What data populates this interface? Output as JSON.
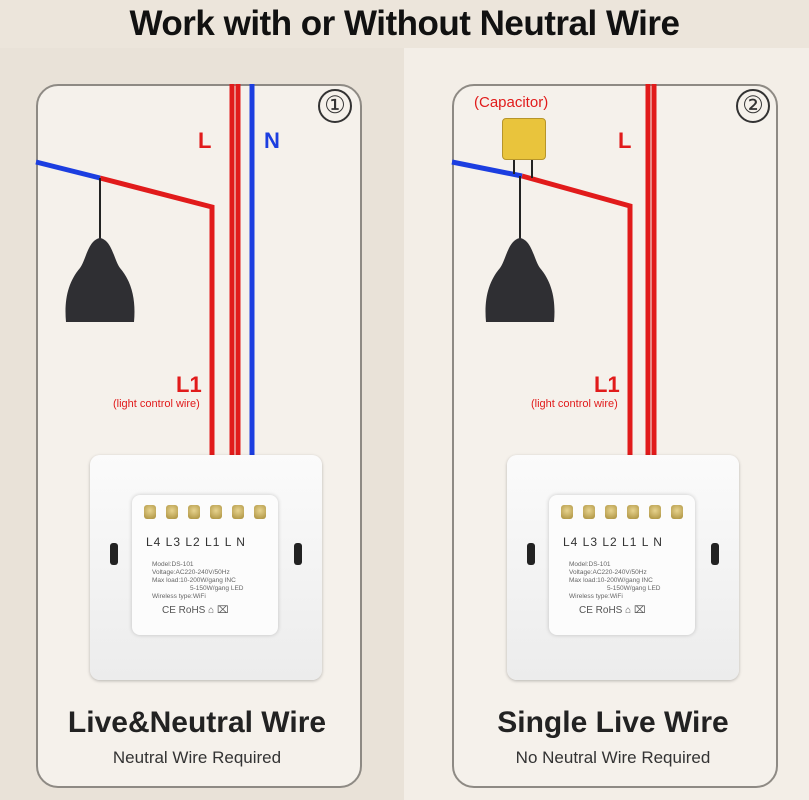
{
  "title": "Work with or Without Neutral Wire",
  "left": {
    "number": "①",
    "live_label": "L",
    "neutral_label": "N",
    "l1_label": "L1",
    "l1_note": "(light control wire)",
    "terminals": "L4 L3 L2 L1  L   N",
    "model": "Model:DS-101",
    "voltage": "Voltage:AC220-240V/50Hz",
    "maxload1": "Max load:10-200W/gang  INC",
    "maxload2": "5-150W/gang  LED",
    "wireless": "Wireless type:WiFi",
    "certs": "CE RoHS ⌂ ⌧",
    "heading": "Live&Neutral Wire",
    "subheading": "Neutral Wire Required"
  },
  "right": {
    "number": "②",
    "capacitor_label": "(Capacitor)",
    "live_label": "L",
    "l1_label": "L1",
    "l1_note": "(light control wire)",
    "terminals": "L4 L3 L2 L1  L   N",
    "model": "Model:DS-101",
    "voltage": "Voltage:AC220-240V/50Hz",
    "maxload1": "Max load:10-200W/gang  INC",
    "maxload2": "5-150W/gang  LED",
    "wireless": "Wireless type:WiFi",
    "certs": "CE RoHS ⌂ ⌧",
    "heading": "Single Live Wire",
    "subheading": "No Neutral Wire Required"
  },
  "colors": {
    "live": "#e11b1b",
    "neutral": "#1c3ee0",
    "capacitor": "#e9c43c"
  }
}
